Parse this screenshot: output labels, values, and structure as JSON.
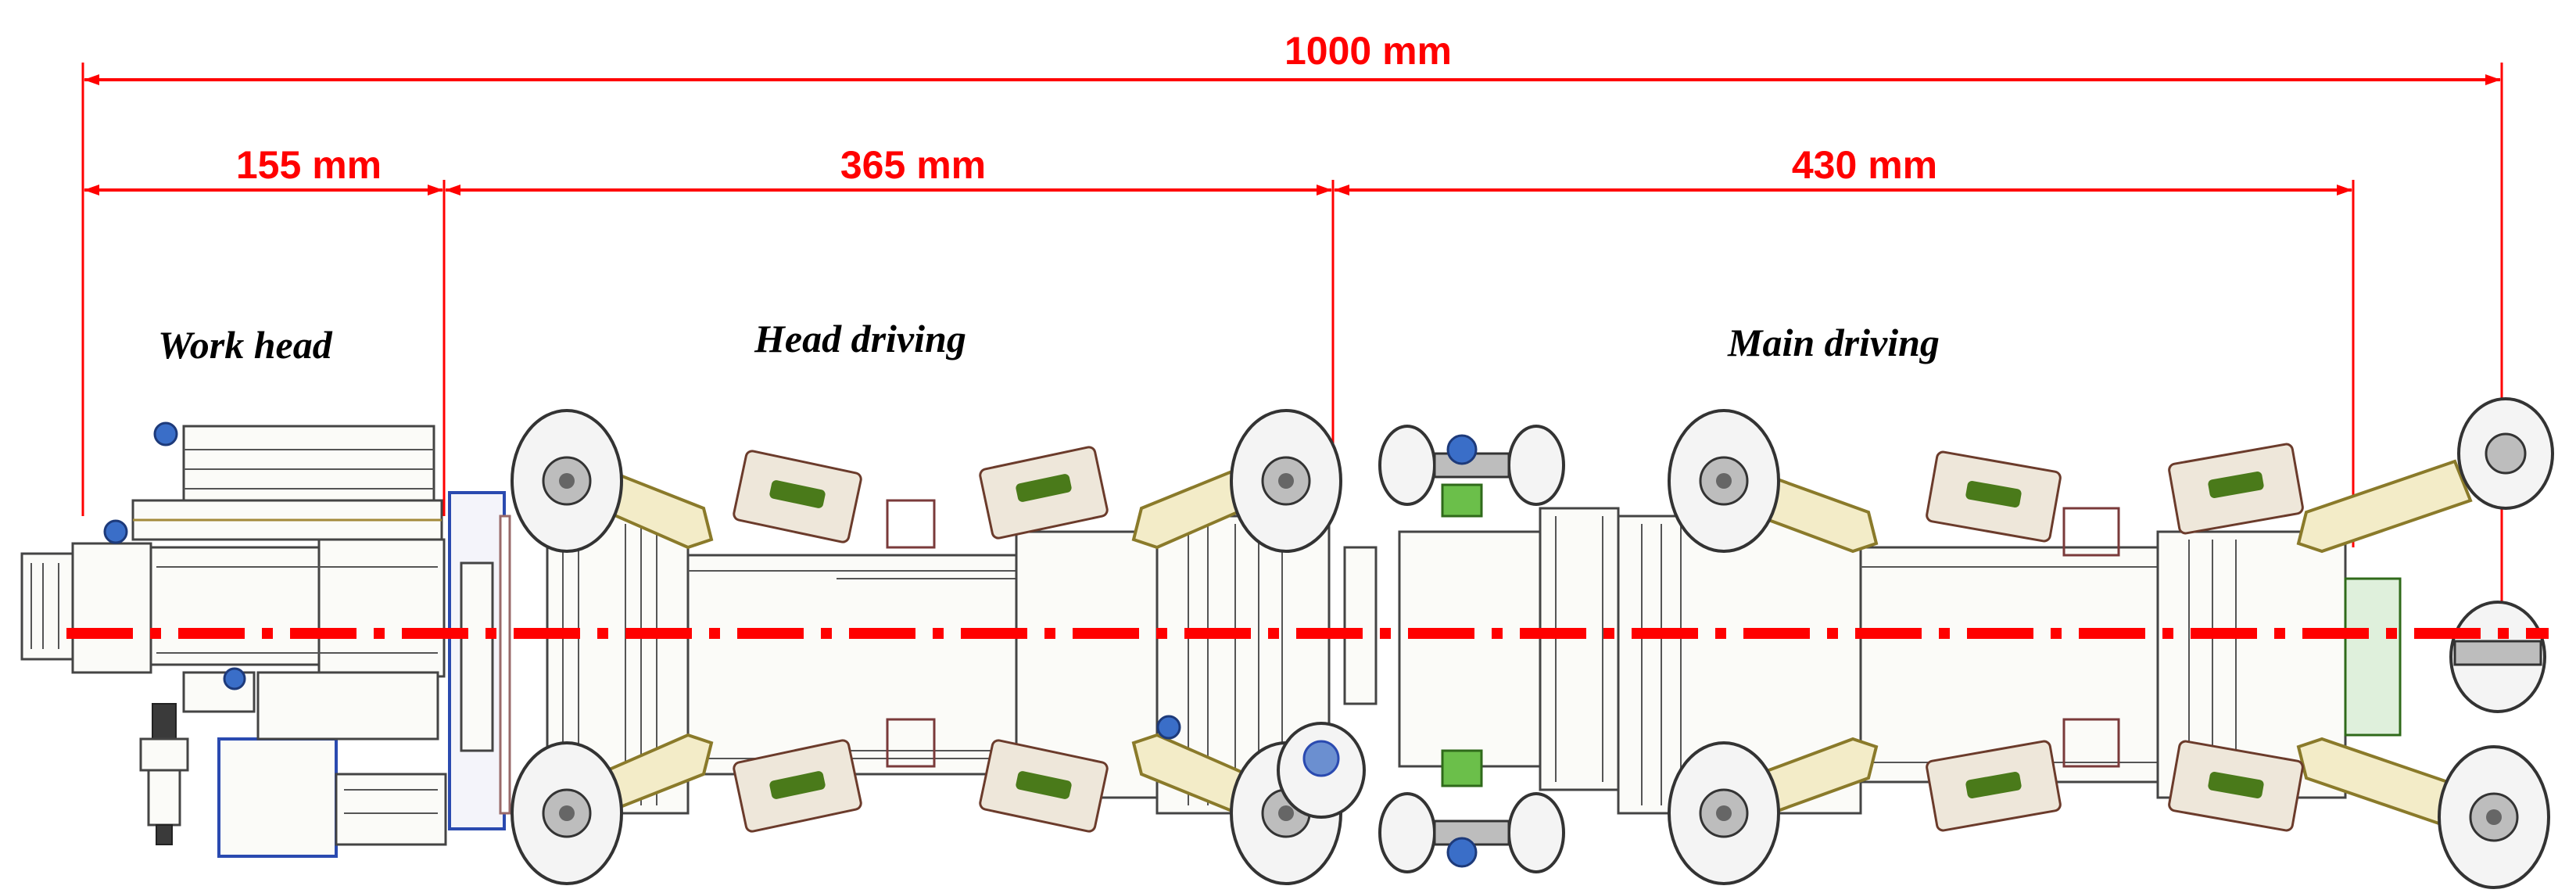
{
  "dimensions": {
    "total": "1000 mm",
    "work_head": "155 mm",
    "head_driving": "365 mm",
    "main_driving": "430 mm"
  },
  "sections": {
    "work_head": "Work head",
    "head_driving": "Head driving",
    "main_driving": "Main driving"
  },
  "colors": {
    "dimension": "#ff0000",
    "centerline": "#ff0000",
    "blue_nut": "#3a6ec8",
    "green_spring": "#6bbf4a",
    "cylinder_badge": "#4a7a1a"
  }
}
